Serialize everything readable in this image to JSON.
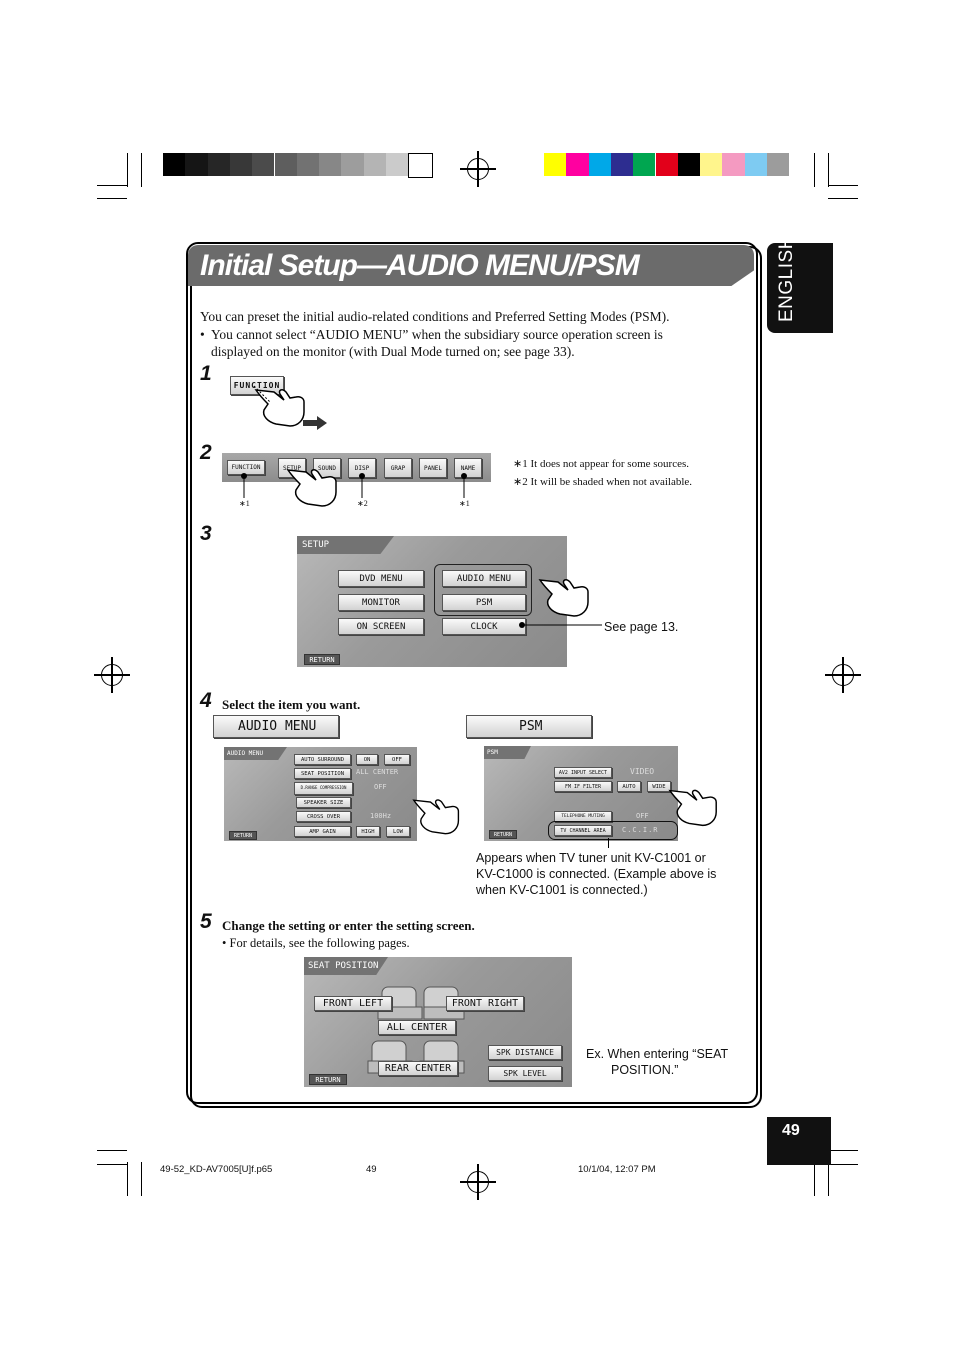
{
  "title": "Initial Setup—AUDIO MENU/PSM",
  "language_tab": "ENGLISH",
  "page_number": "49",
  "intro": {
    "line1": "You can preset the initial audio-related conditions and Preferred Setting Modes (PSM).",
    "bullet": "•",
    "line2": "You cannot select “AUDIO MENU” when the subsidiary source operation screen is",
    "line3": "displayed on the monitor (with Dual Mode turned on; see page 33)."
  },
  "steps": {
    "s1": "1",
    "s2": "2",
    "s3": "3",
    "s4": "4",
    "s5": "5",
    "s4_text": "Select the item you want.",
    "s5_text": "Change the setting or enter the setting screen.",
    "s5_bullet": "• For details, see the following pages."
  },
  "function_button": "FUNCTION",
  "function_bar": {
    "items": [
      "FUNCTION",
      "SETUP",
      "SOUND",
      "DISP",
      "GRAP",
      "PANEL",
      "NAME"
    ],
    "marks": [
      "∗1",
      "∗2",
      "∗1"
    ]
  },
  "footnotes": {
    "f1_mark": "∗1",
    "f1": "It does not appear for some sources.",
    "f2_mark": "∗2",
    "f2": "It will be shaded when not available."
  },
  "setup_screen": {
    "tab": "SETUP",
    "buttons": [
      "DVD MENU",
      "AUDIO MENU",
      "MONITOR",
      "PSM",
      "ON SCREEN",
      "CLOCK"
    ],
    "return": "RETURN",
    "see_page": "See page 13."
  },
  "audio_menu_header": "AUDIO MENU",
  "psm_header": "PSM",
  "audio_menu_screen": {
    "tab": "AUDIO MENU",
    "rows": [
      {
        "label": "AUTO SURROUND",
        "opt1": "ON",
        "opt2": "OFF"
      },
      {
        "label": "SEAT POSITION",
        "value": "ALL CENTER"
      },
      {
        "label": "D.RANGE COMPRESSION",
        "value": "OFF"
      },
      {
        "label": "SPEAKER SIZE",
        "value": ""
      },
      {
        "label": "CROSS OVER",
        "value": "100Hz"
      },
      {
        "label": "AMP GAIN",
        "opt1": "HIGH",
        "opt2": "LOW"
      }
    ],
    "return": "RETURN"
  },
  "psm_screen": {
    "tab": "PSM",
    "rows": [
      {
        "label": "AV2 INPUT SELECT",
        "value": "VIDEO"
      },
      {
        "label": "FM IF FILTER",
        "opt1": "AUTO",
        "opt2": "WIDE"
      },
      {
        "label": "TELEPHONE MUTING",
        "value": "OFF"
      },
      {
        "label": "TV CHANNEL AREA",
        "value": "C.C.I.R"
      }
    ],
    "return": "RETURN"
  },
  "psm_note": {
    "l1": "Appears when TV tuner unit KV-C1001 or",
    "l2": "KV-C1000 is connected. (Example above is",
    "l3": "when KV-C1001 is connected.)"
  },
  "seat_screen": {
    "tab": "SEAT POSITION",
    "front_left": "FRONT LEFT",
    "front_right": "FRONT RIGHT",
    "all_center": "ALL CENTER",
    "rear_center": "REAR CENTER",
    "spk_distance": "SPK DISTANCE",
    "spk_level": "SPK LEVEL",
    "return": "RETURN"
  },
  "seat_note": {
    "l1": "Ex.  When entering “SEAT",
    "l2": "POSITION.”"
  },
  "footer": {
    "file": "49-52_KD-AV7005[U]f.p65",
    "page": "49",
    "date": "10/1/04, 12:07 PM"
  },
  "colors": {
    "title_bar": "#6b6b6b",
    "tab_black": "#111111",
    "swatches_gray": [
      "#000000",
      "#151515",
      "#262626",
      "#383838",
      "#4b4b4b",
      "#5e5e5e",
      "#727272",
      "#878787",
      "#9d9d9d",
      "#b4b4b4",
      "#cbcbcb",
      "#ffffff"
    ],
    "swatches_color": [
      "#ffff00",
      "#ff00a0",
      "#00a8e8",
      "#2d2d90",
      "#00a650",
      "#e2001a",
      "#000000",
      "#fff58c",
      "#f49ac1",
      "#7ecbf2",
      "#9c9c9c"
    ]
  }
}
